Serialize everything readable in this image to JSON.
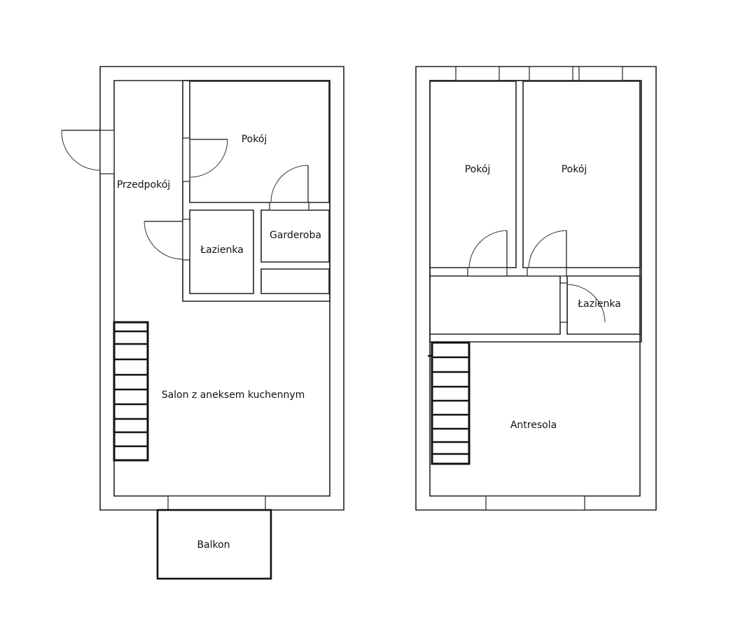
{
  "floor_1": {
    "entrance_hall": "Przedpokój",
    "bedroom": "Pokój",
    "bathroom": "Łazienka",
    "wardrobe": "Garderoba",
    "living_room": "Salon z aneksem kuchennym",
    "balcony": "Balkon"
  },
  "floor_2": {
    "bedroom_left": "Pokój",
    "bedroom_right": "Pokój",
    "bathroom": "Łazienka",
    "mezzanine": "Antresola"
  },
  "colors": {
    "wall_line": "#222222",
    "background": "#ffffff"
  }
}
